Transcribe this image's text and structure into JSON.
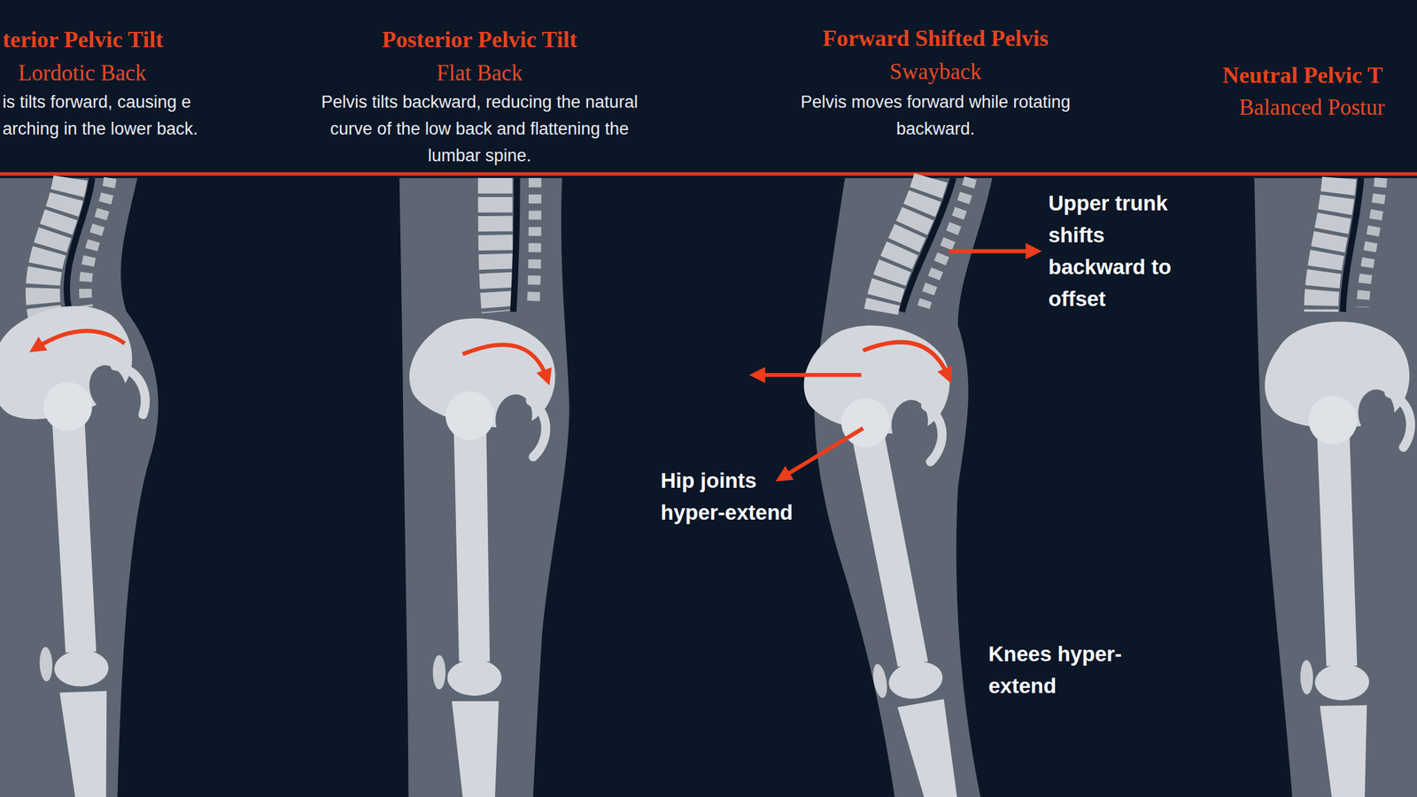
{
  "diagram": {
    "labels": [
      "terior Pelvic Tilt",
      "Lordotic Back",
      "is tilts forward, causing e arching in the lower back.",
      "Posterior Pelvic Tilt",
      "Flat Back",
      "Pelvis tilts backward, reducing the natural curve of the low back and flattening the lumbar spine.",
      "Forward Shifted Pelvis",
      "Swayback",
      "Pelvis moves forward while rotating backward.",
      "Neutral Pelvic T",
      "Balanced Postur",
      "Upper trunk shifts backward to offset",
      "Hip joints hyper-extend",
      "Knees hyper-extend"
    ]
  }
}
